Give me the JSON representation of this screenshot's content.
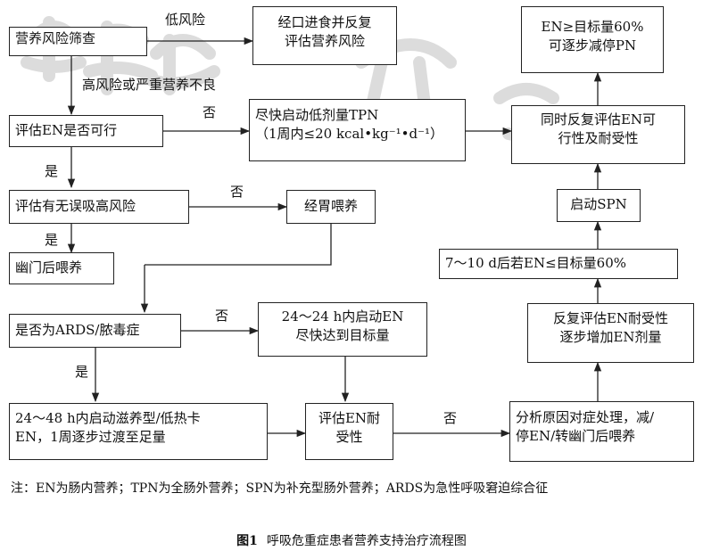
{
  "nodes": {
    "screening": "营养风险筛查",
    "oral_reassess": [
      "经口进食并反复",
      "评估营养风险"
    ],
    "en_feasible": "评估EN是否可行",
    "low_tpn": [
      "尽快启动低剂量TPN",
      "（1周内≤20 kcal•kg⁻¹•d⁻¹）"
    ],
    "reassess_en": [
      "同时反复评估EN可",
      "行性及耐受性"
    ],
    "reduce_pn": [
      "EN≥目标量60%",
      "可逐步减停PN"
    ],
    "aspiration_risk": "评估有无误吸高风险",
    "gastric_feeding": "经胃喂养",
    "start_spn": "启动SPN",
    "post_pyloric": "幽门后喂养",
    "en_below_target": "7～10 d后若EN≤目标量60%",
    "ards_sepsis": "是否为ARDS/脓毒症",
    "early_en": [
      "24～24 h内启动EN",
      "尽快达到目标量"
    ],
    "reassess_tolerance": [
      "反复评估EN耐受性",
      "逐步增加EN剂量"
    ],
    "trophic_feeding": [
      "24～48 h内启动滋养型/低热卡",
      "EN，1周逐步过渡至足量"
    ],
    "assess_tolerance": [
      "评估EN耐",
      "受性"
    ],
    "analyze_cause": [
      "分析原因对症处理，减/",
      "停EN/转幽门后喂养"
    ]
  },
  "edge_labels": {
    "low_risk": "低风险",
    "high_risk": "高风险或严重营养不良",
    "no_1": "否",
    "yes_1": "是",
    "no_2": "否",
    "yes_2": "是",
    "no_3": "否",
    "yes_3": "是",
    "no_4": "否"
  },
  "note": "注：EN为肠内营养；TPN为全肠外营养；SPN为补充型肠外营养；ARDS为急性呼吸窘迫综合征",
  "caption": {
    "figure_no": "图1",
    "title": "呼吸危重症患者营养支持治疗流程图"
  },
  "colors": {
    "line": "#222222",
    "watermark": "#d3d3d3"
  }
}
